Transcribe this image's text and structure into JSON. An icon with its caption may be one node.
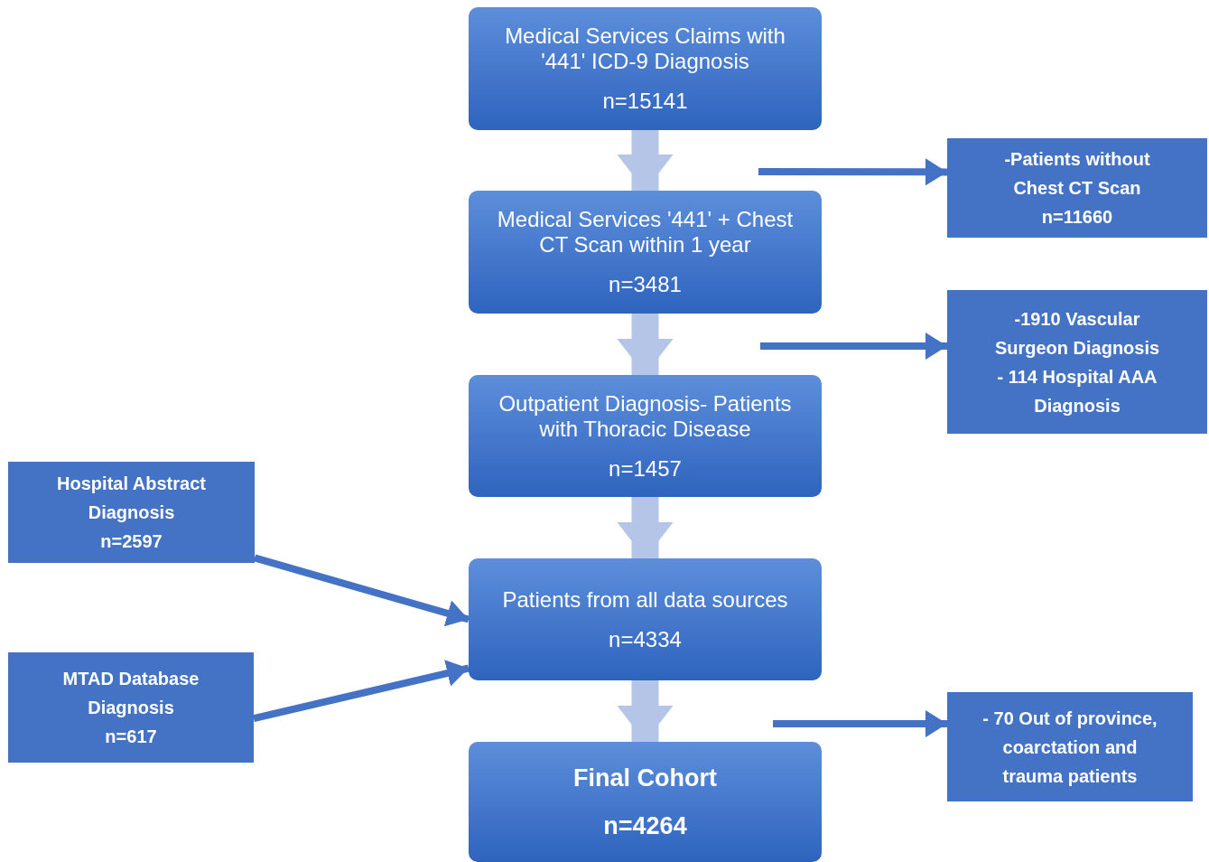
{
  "diagram": {
    "nodes": [
      {
        "text": [
          "Medical Services Claims with '441' ICD-9 Diagnosis",
          "n=15141"
        ]
      },
      {
        "text": [
          "Medical Services '441' + Chest CT Scan within 1 year",
          "n=3481"
        ]
      },
      {
        "text": [
          "Outpatient Diagnosis- Patients with Thoracic Disease",
          "n=1457"
        ]
      },
      {
        "text": [
          "Patients from all data sources",
          "n=4334"
        ]
      },
      {
        "text": [
          "Final Cohort",
          "n=4264"
        ]
      },
      {
        "text": [
          "-Patients without Chest CT Scan",
          "n=11660"
        ]
      },
      {
        "text": [
          "-1910 Vascular Surgeon Diagnosis",
          "- 114 Hospital AAA Diagnosis"
        ]
      },
      {
        "text": [
          "Hospital Abstract Diagnosis",
          "n=2597"
        ]
      },
      {
        "text": [
          "MTAD Database Diagnosis",
          "n=617"
        ]
      },
      {
        "text": [
          "- 70 Out of province, coarctation and trauma patients"
        ]
      }
    ],
    "edges": [
      {
        "from": 0,
        "to": 1,
        "arrow": "to",
        "style": "thick",
        "color": "#b4c5e7"
      },
      {
        "from": 1,
        "to": 2,
        "arrow": "to",
        "style": "thick",
        "color": "#b4c5e7"
      },
      {
        "from": 2,
        "to": 3,
        "arrow": "to",
        "style": "thick",
        "color": "#b4c5e7"
      },
      {
        "from": 3,
        "to": 4,
        "arrow": "to",
        "style": "thick",
        "color": "#b4c5e7"
      },
      {
        "from": null,
        "to": 5,
        "arrow": "to"
      },
      {
        "from": null,
        "to": 6,
        "arrow": "to"
      },
      {
        "from": 7,
        "to": 3,
        "arrow": "to"
      },
      {
        "from": 8,
        "to": 3,
        "arrow": "to"
      },
      {
        "from": null,
        "to": 9,
        "arrow": "to"
      }
    ]
  }
}
